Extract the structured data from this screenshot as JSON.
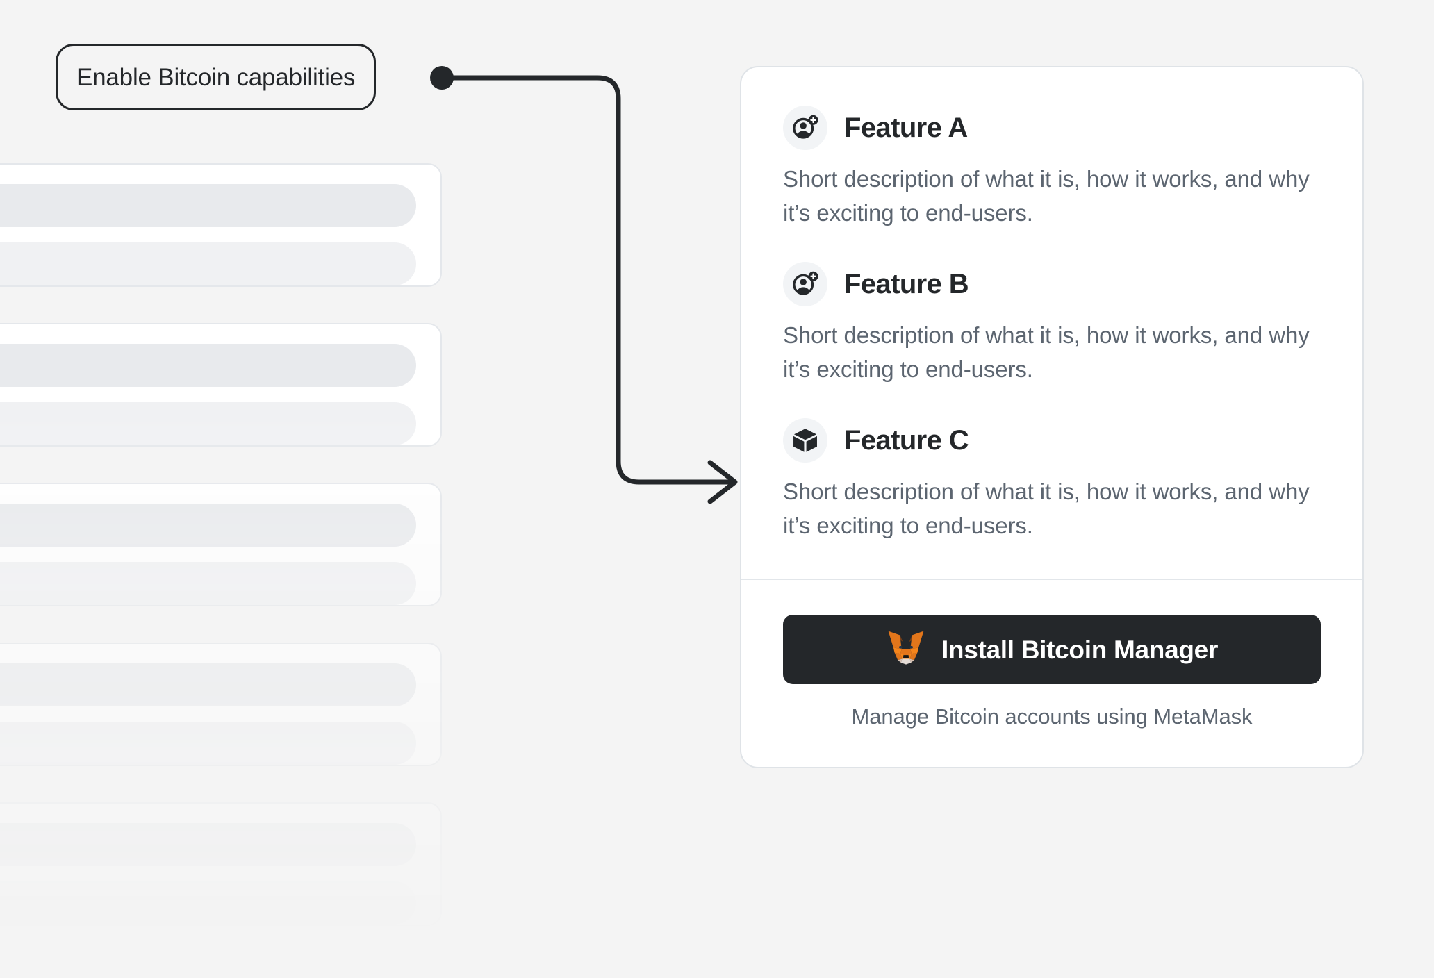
{
  "page": {
    "background_color": "#f4f4f4",
    "accent_dark": "#24272a",
    "muted_text_color": "#5c6570",
    "card_border_color": "#dfe3e7"
  },
  "callout": {
    "label": "Enable Bitcoin capabilities",
    "connector_icon": "connector-dot-icon",
    "arrow_icon": "arrow-right-icon"
  },
  "skeleton": {
    "cards": [
      {
        "name": "skeleton-card-1"
      },
      {
        "name": "skeleton-card-2"
      },
      {
        "name": "skeleton-card-3"
      },
      {
        "name": "skeleton-card-4"
      },
      {
        "name": "skeleton-card-5"
      }
    ]
  },
  "feature_card": {
    "features": [
      {
        "icon": "add-user-icon",
        "title": "Feature A",
        "description": "Short description of what it is, how it works, and why it’s exciting to end-users."
      },
      {
        "icon": "add-user-icon",
        "title": "Feature B",
        "description": "Short description of what it is, how it works, and why it’s exciting to end-users."
      },
      {
        "icon": "cube-icon",
        "title": "Feature C",
        "description": "Short description of what it is, how it works, and why it’s exciting to end-users."
      }
    ],
    "install": {
      "button_label": "Install Bitcoin Manager",
      "button_icon": "metamask-fox-icon",
      "button_color": "#24272a",
      "caption": "Manage Bitcoin accounts using MetaMask"
    }
  }
}
